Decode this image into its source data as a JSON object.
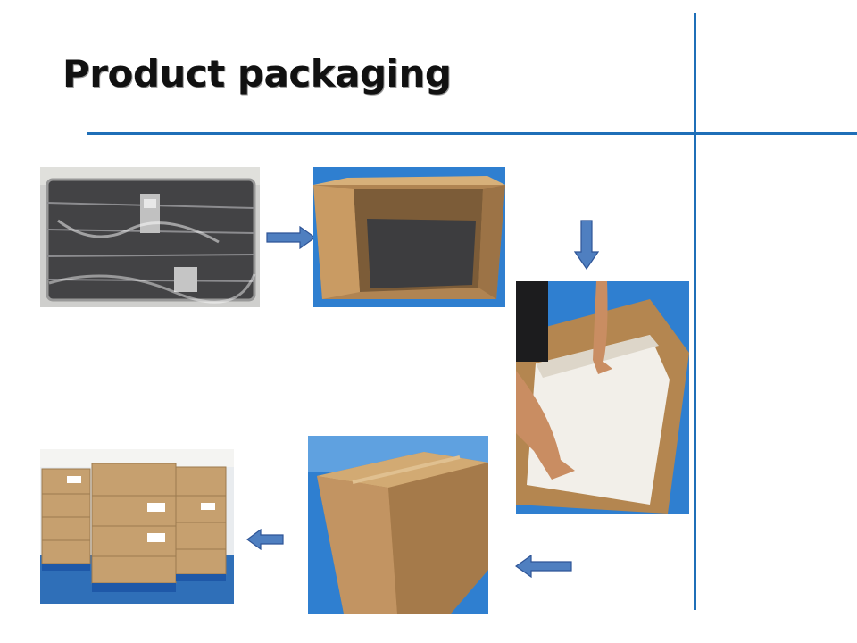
{
  "slide": {
    "title": "Product packaging"
  },
  "colors": {
    "accent_line": "#1f6fb8",
    "arrow_fill": "#4f7fc0",
    "arrow_stroke": "#2f5597",
    "floor_blue": "#2f7fd0",
    "cardboard": "#c9a06a"
  },
  "steps": [
    {
      "id": "wrapped-case",
      "arrow_after": "arrow-right-icon"
    },
    {
      "id": "case-in-box",
      "arrow_after": "arrow-down-icon"
    },
    {
      "id": "foam-lining",
      "arrow_after": "arrow-left-icon"
    },
    {
      "id": "sealed-box",
      "arrow_after": "arrow-left-icon"
    },
    {
      "id": "palletized-boxes"
    }
  ]
}
